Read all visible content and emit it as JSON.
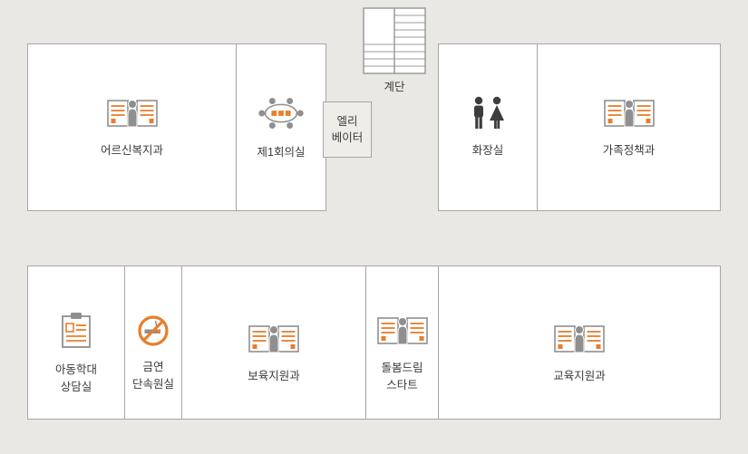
{
  "title": "건물 층별 안내 평면도",
  "colors": {
    "background": "#e9e8e5",
    "room_fill": "#ffffff",
    "room_border": "#a6a6a6",
    "accent_orange": "#e87e2b",
    "icon_gray": "#8f8f8f",
    "icon_dark": "#3d3d3d",
    "label_text": "#3a3a3a"
  },
  "stairs": {
    "label": "계단",
    "icon": "stairs-icon"
  },
  "elevator": {
    "label": "엘리\n베이터"
  },
  "rooms": {
    "senior_welfare": {
      "label": "어르신복지과",
      "icon": "office-desks-icon"
    },
    "conference_1": {
      "label": "제1회의실",
      "icon": "round-table-icon"
    },
    "restroom": {
      "label": "화장실",
      "icon": "restroom-icon"
    },
    "family_policy": {
      "label": "가족정책과",
      "icon": "office-desks-icon"
    },
    "child_abuse_counseling": {
      "label": "아동학대\n상담실",
      "icon": "clipboard-icon"
    },
    "smoking_enforcement": {
      "label": "금연\n단속원실",
      "icon": "no-smoking-icon"
    },
    "childcare_support": {
      "label": "보육지원과",
      "icon": "office-desks-icon"
    },
    "dolbom_dream_start": {
      "label": "돌봄드림\n스타트",
      "icon": "office-desks-icon"
    },
    "education_support": {
      "label": "교육지원과",
      "icon": "office-desks-icon"
    }
  }
}
